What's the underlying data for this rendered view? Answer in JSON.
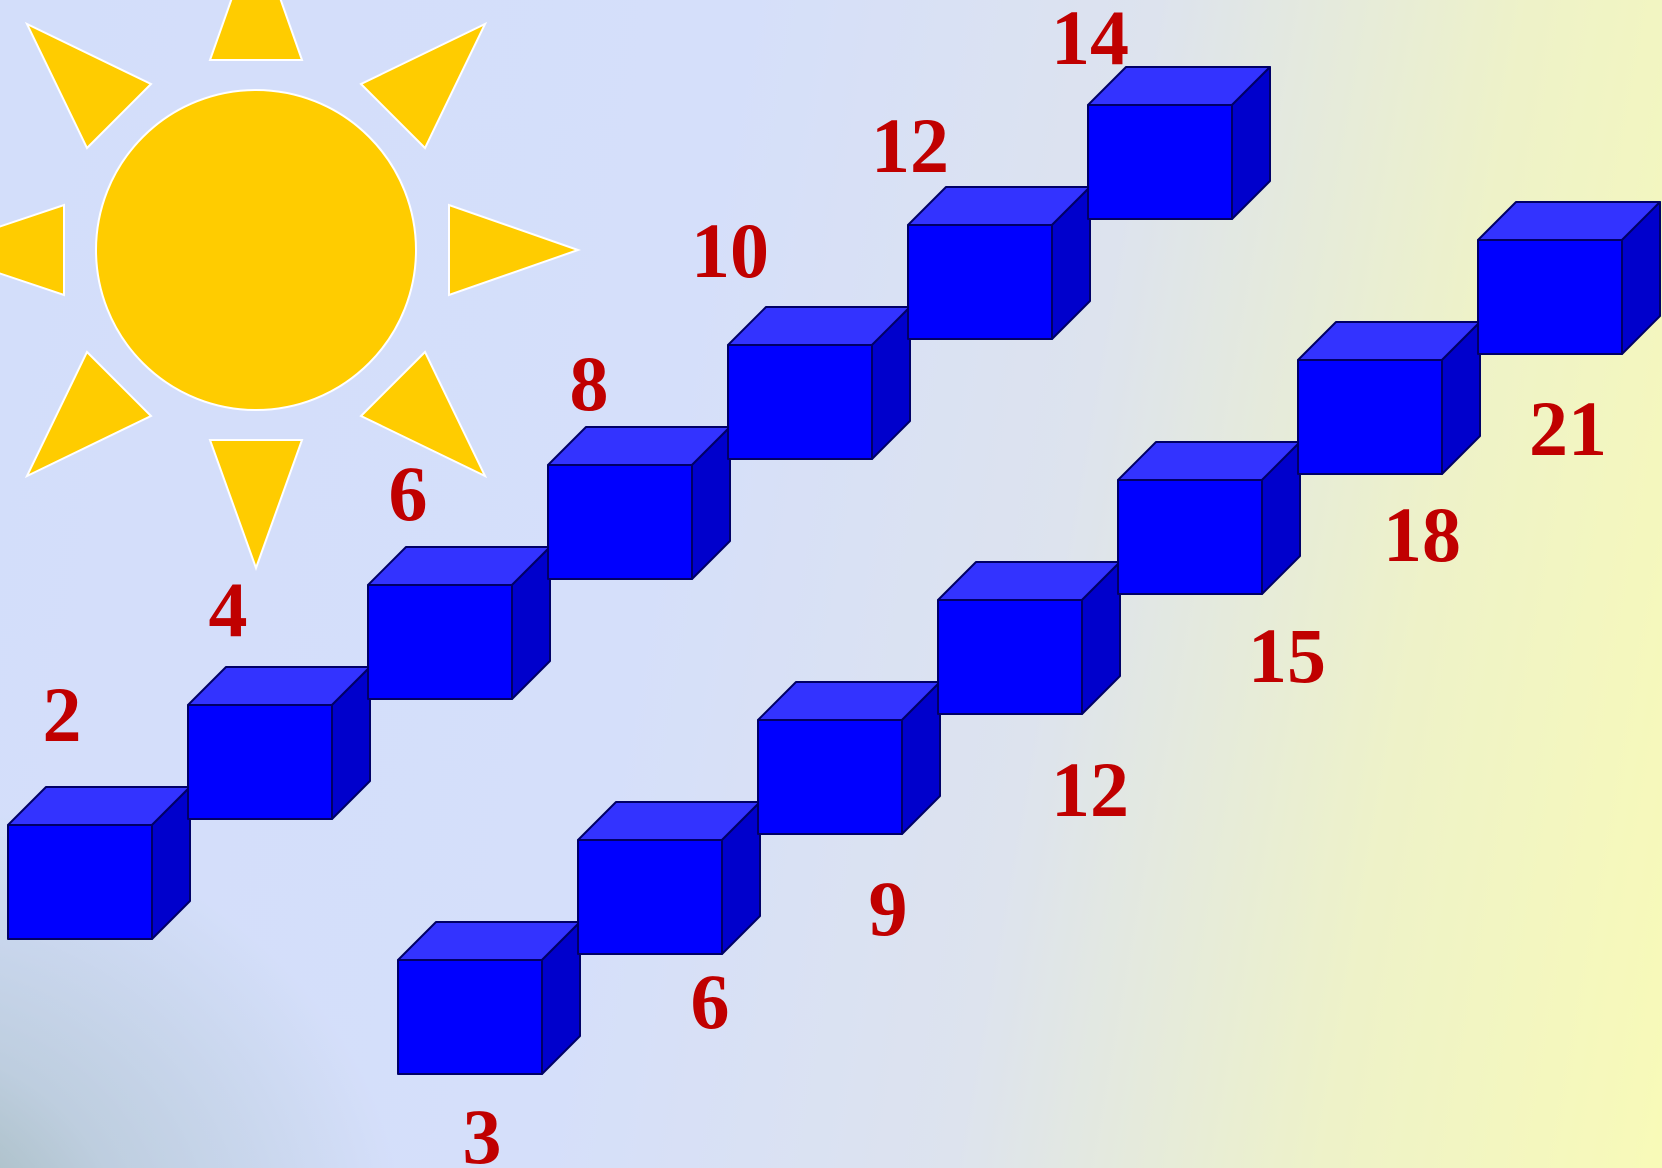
{
  "colors": {
    "sun": "#ffcc00",
    "sun_outline": "#ffffff",
    "cube_front": "#0000ff",
    "cube_top": "#3333ff",
    "cube_side": "#0000cc",
    "cube_edge": "#000066",
    "label": "#c00000"
  },
  "icons": {
    "sun": "sun-icon"
  },
  "staircases": [
    {
      "name": "staircase-twos",
      "steps": [
        {
          "label": "2"
        },
        {
          "label": "4"
        },
        {
          "label": "6"
        },
        {
          "label": "8"
        },
        {
          "label": "10"
        },
        {
          "label": "12"
        },
        {
          "label": "14"
        }
      ]
    },
    {
      "name": "staircase-threes",
      "steps": [
        {
          "label": "3"
        },
        {
          "label": "6"
        },
        {
          "label": "9"
        },
        {
          "label": "12"
        },
        {
          "label": "15"
        },
        {
          "label": "18"
        },
        {
          "label": "21"
        }
      ]
    }
  ]
}
